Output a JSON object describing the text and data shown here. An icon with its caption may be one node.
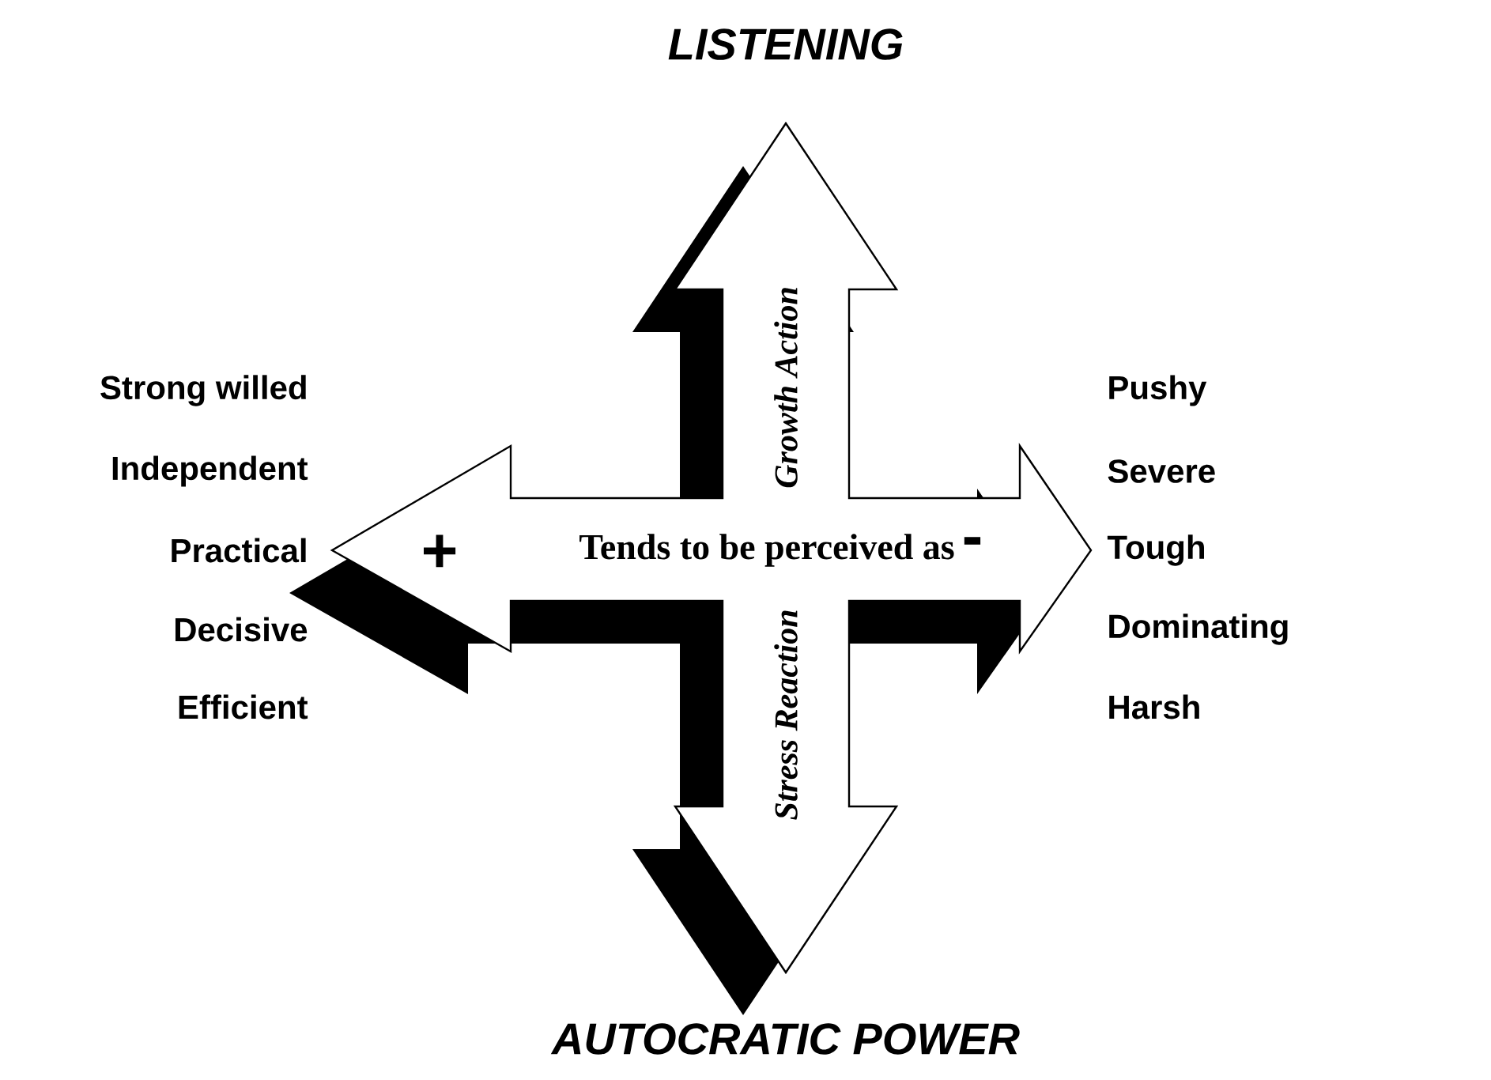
{
  "diagram": {
    "nodes": [
      {
        "text": [
          "Growth Action",
          "+",
          "Tends to be perceived as",
          "-",
          "Stress Reaction"
        ]
      }
    ],
    "labels": [
      "LISTENING",
      "Strong willed",
      "Pushy",
      "Independent",
      "Severe",
      "Practical",
      "Tough",
      "Decisive",
      "Dominating",
      "Efficient",
      "Harsh",
      "AUTOCRATIC POWER"
    ]
  }
}
